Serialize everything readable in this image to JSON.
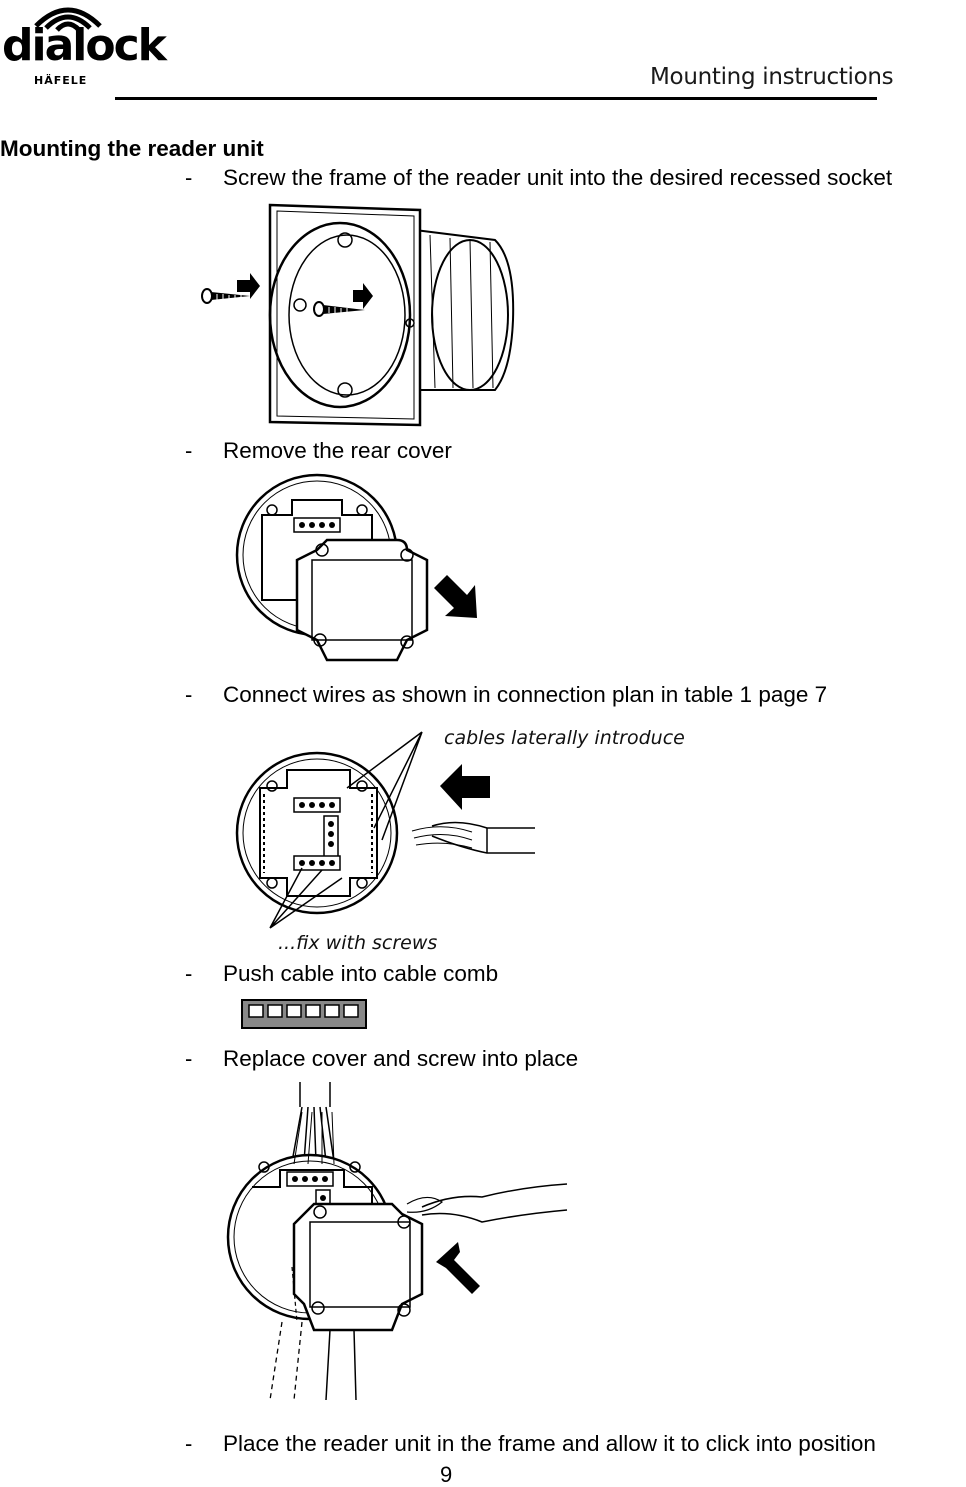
{
  "header": {
    "logo_text": "dialock",
    "logo_subtext": "HÄFELE",
    "title": "Mounting instructions"
  },
  "section": {
    "heading": "Mounting the reader unit"
  },
  "steps": [
    {
      "dash": "-",
      "text": "Screw the frame of the reader unit into the desired recessed socket"
    },
    {
      "dash": "-",
      "text": "Remove the rear cover"
    },
    {
      "dash": "-",
      "text": "Connect wires as shown in connection plan in table 1 page 7"
    },
    {
      "dash": "-",
      "text": "Push cable into cable comb"
    },
    {
      "dash": "-",
      "text": "Replace cover and screw into place"
    },
    {
      "dash": "-",
      "text": "Place the reader unit in the frame and allow it to click into position"
    }
  ],
  "figures": {
    "wiring_caption_top": "cables laterally introduce",
    "wiring_caption_bottom": "...fix with screws"
  },
  "footer": {
    "page_number": "9"
  }
}
